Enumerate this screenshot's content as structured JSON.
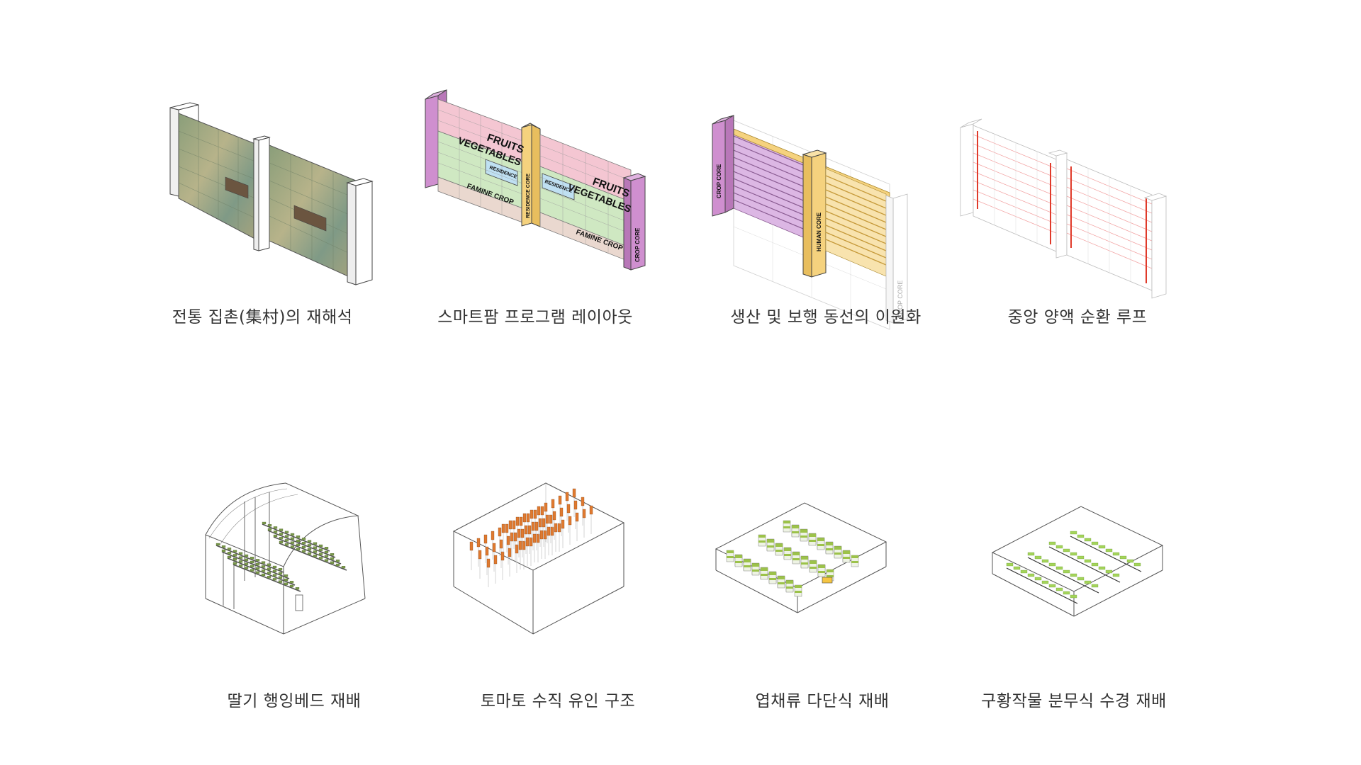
{
  "captions": {
    "c1": "전통 집촌(集村)의 재해석",
    "c2": "스마트팜 프로그램 레이아웃",
    "c3": "생산 및 보행 동선의 이원화",
    "c4": "중앙 양액 순환 루프",
    "c5": "딸기 행잉베드 재배",
    "c6": "토마토 수직 유인 구조",
    "c7": "엽채류 다단식 재배",
    "c8": "구황작물 분무식 수경 재배"
  },
  "labels": {
    "fruits": "FRUITS",
    "vegetables": "VEGETABLES",
    "residence": "RESIDENCE",
    "famine_crop": "FAMINE CROP",
    "residence_core": "RESIDENCE CORE",
    "crop_core": "CROP CORE",
    "human_core": "HUMAN CORE"
  },
  "colors": {
    "pink": "#f4c6d2",
    "green": "#cfe8c2",
    "blue": "#bfe0f2",
    "beige": "#ead8cf",
    "purple": "#cf8fcf",
    "yellow": "#f5d27e",
    "red": "#e03a2a",
    "plant_green": "#a4d45a",
    "tomato": "#e07a30"
  }
}
